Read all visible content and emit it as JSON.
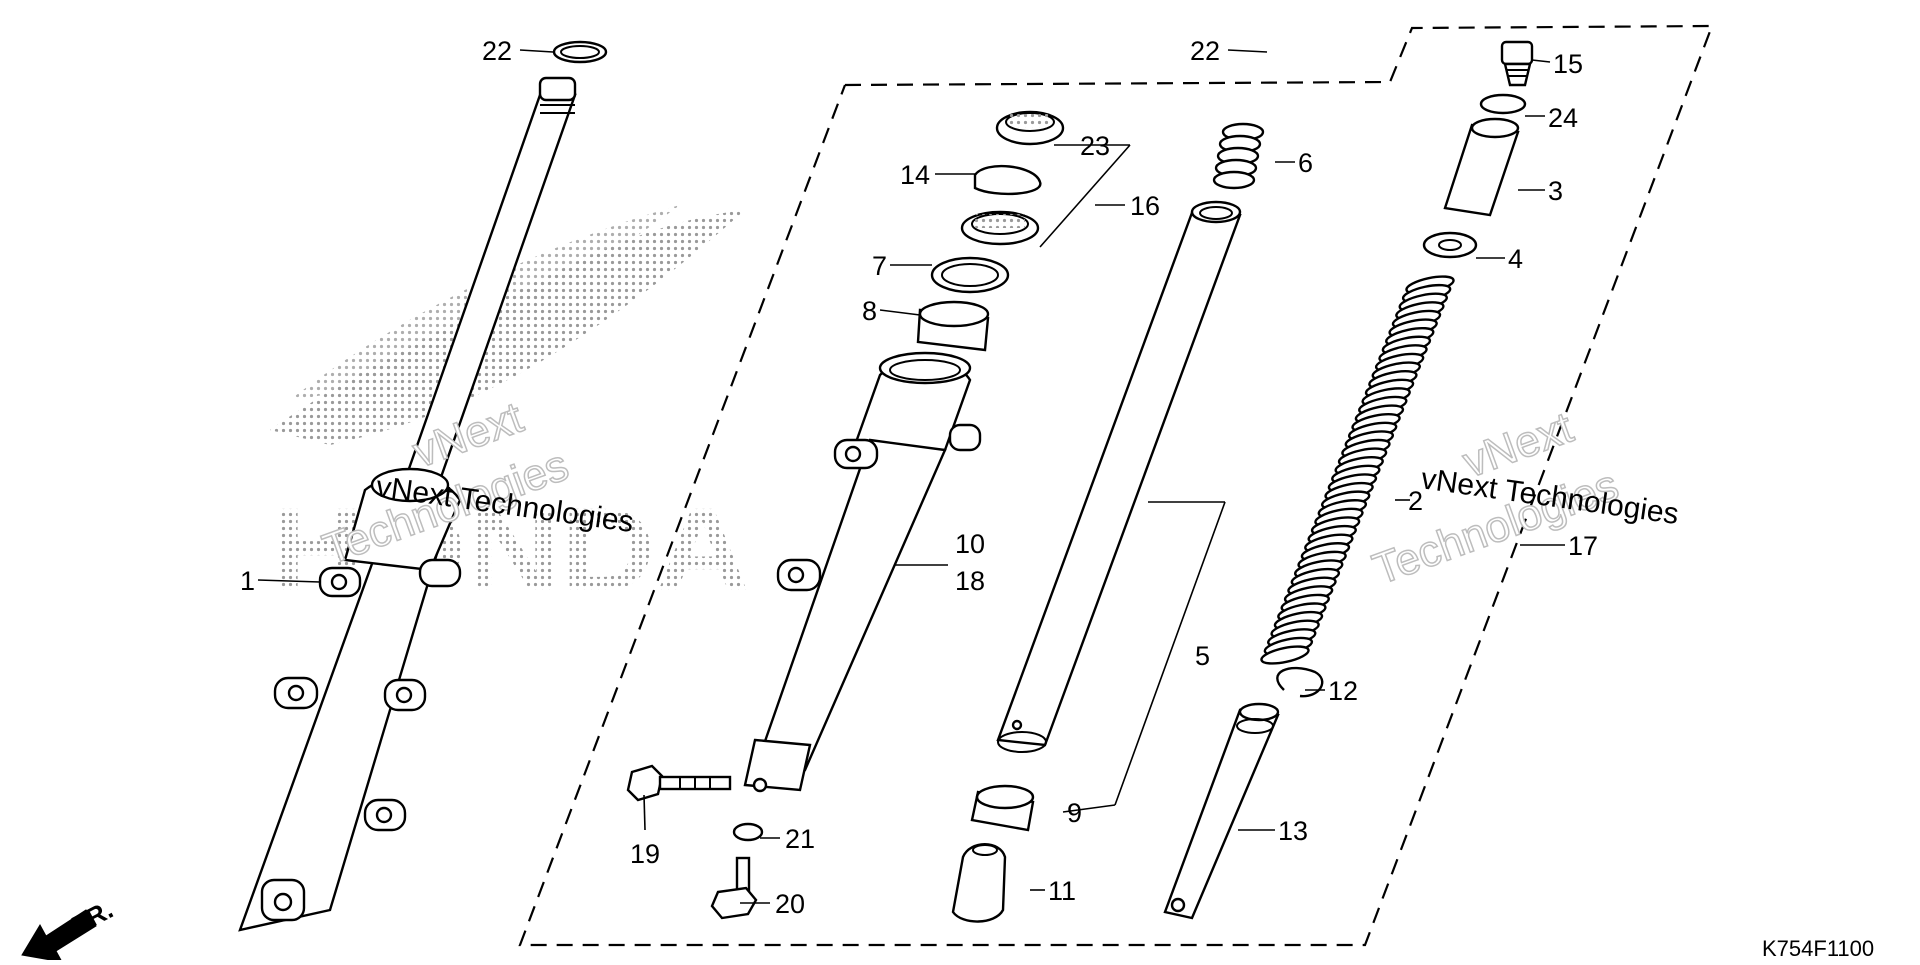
{
  "diagram": {
    "code": "K754F1100",
    "direction_label": "FR.",
    "brand_watermark": "HONDA",
    "watermarks": [
      "vNext",
      "Technologies",
      "vNext Technologies"
    ],
    "callouts": [
      "1",
      "2",
      "3",
      "4",
      "5",
      "6",
      "7",
      "8",
      "9",
      "10",
      "11",
      "12",
      "13",
      "14",
      "15",
      "16",
      "17",
      "18",
      "19",
      "20",
      "21",
      "22",
      "23",
      "24"
    ],
    "callout_22_left": "22",
    "callout_22_right": "22"
  }
}
